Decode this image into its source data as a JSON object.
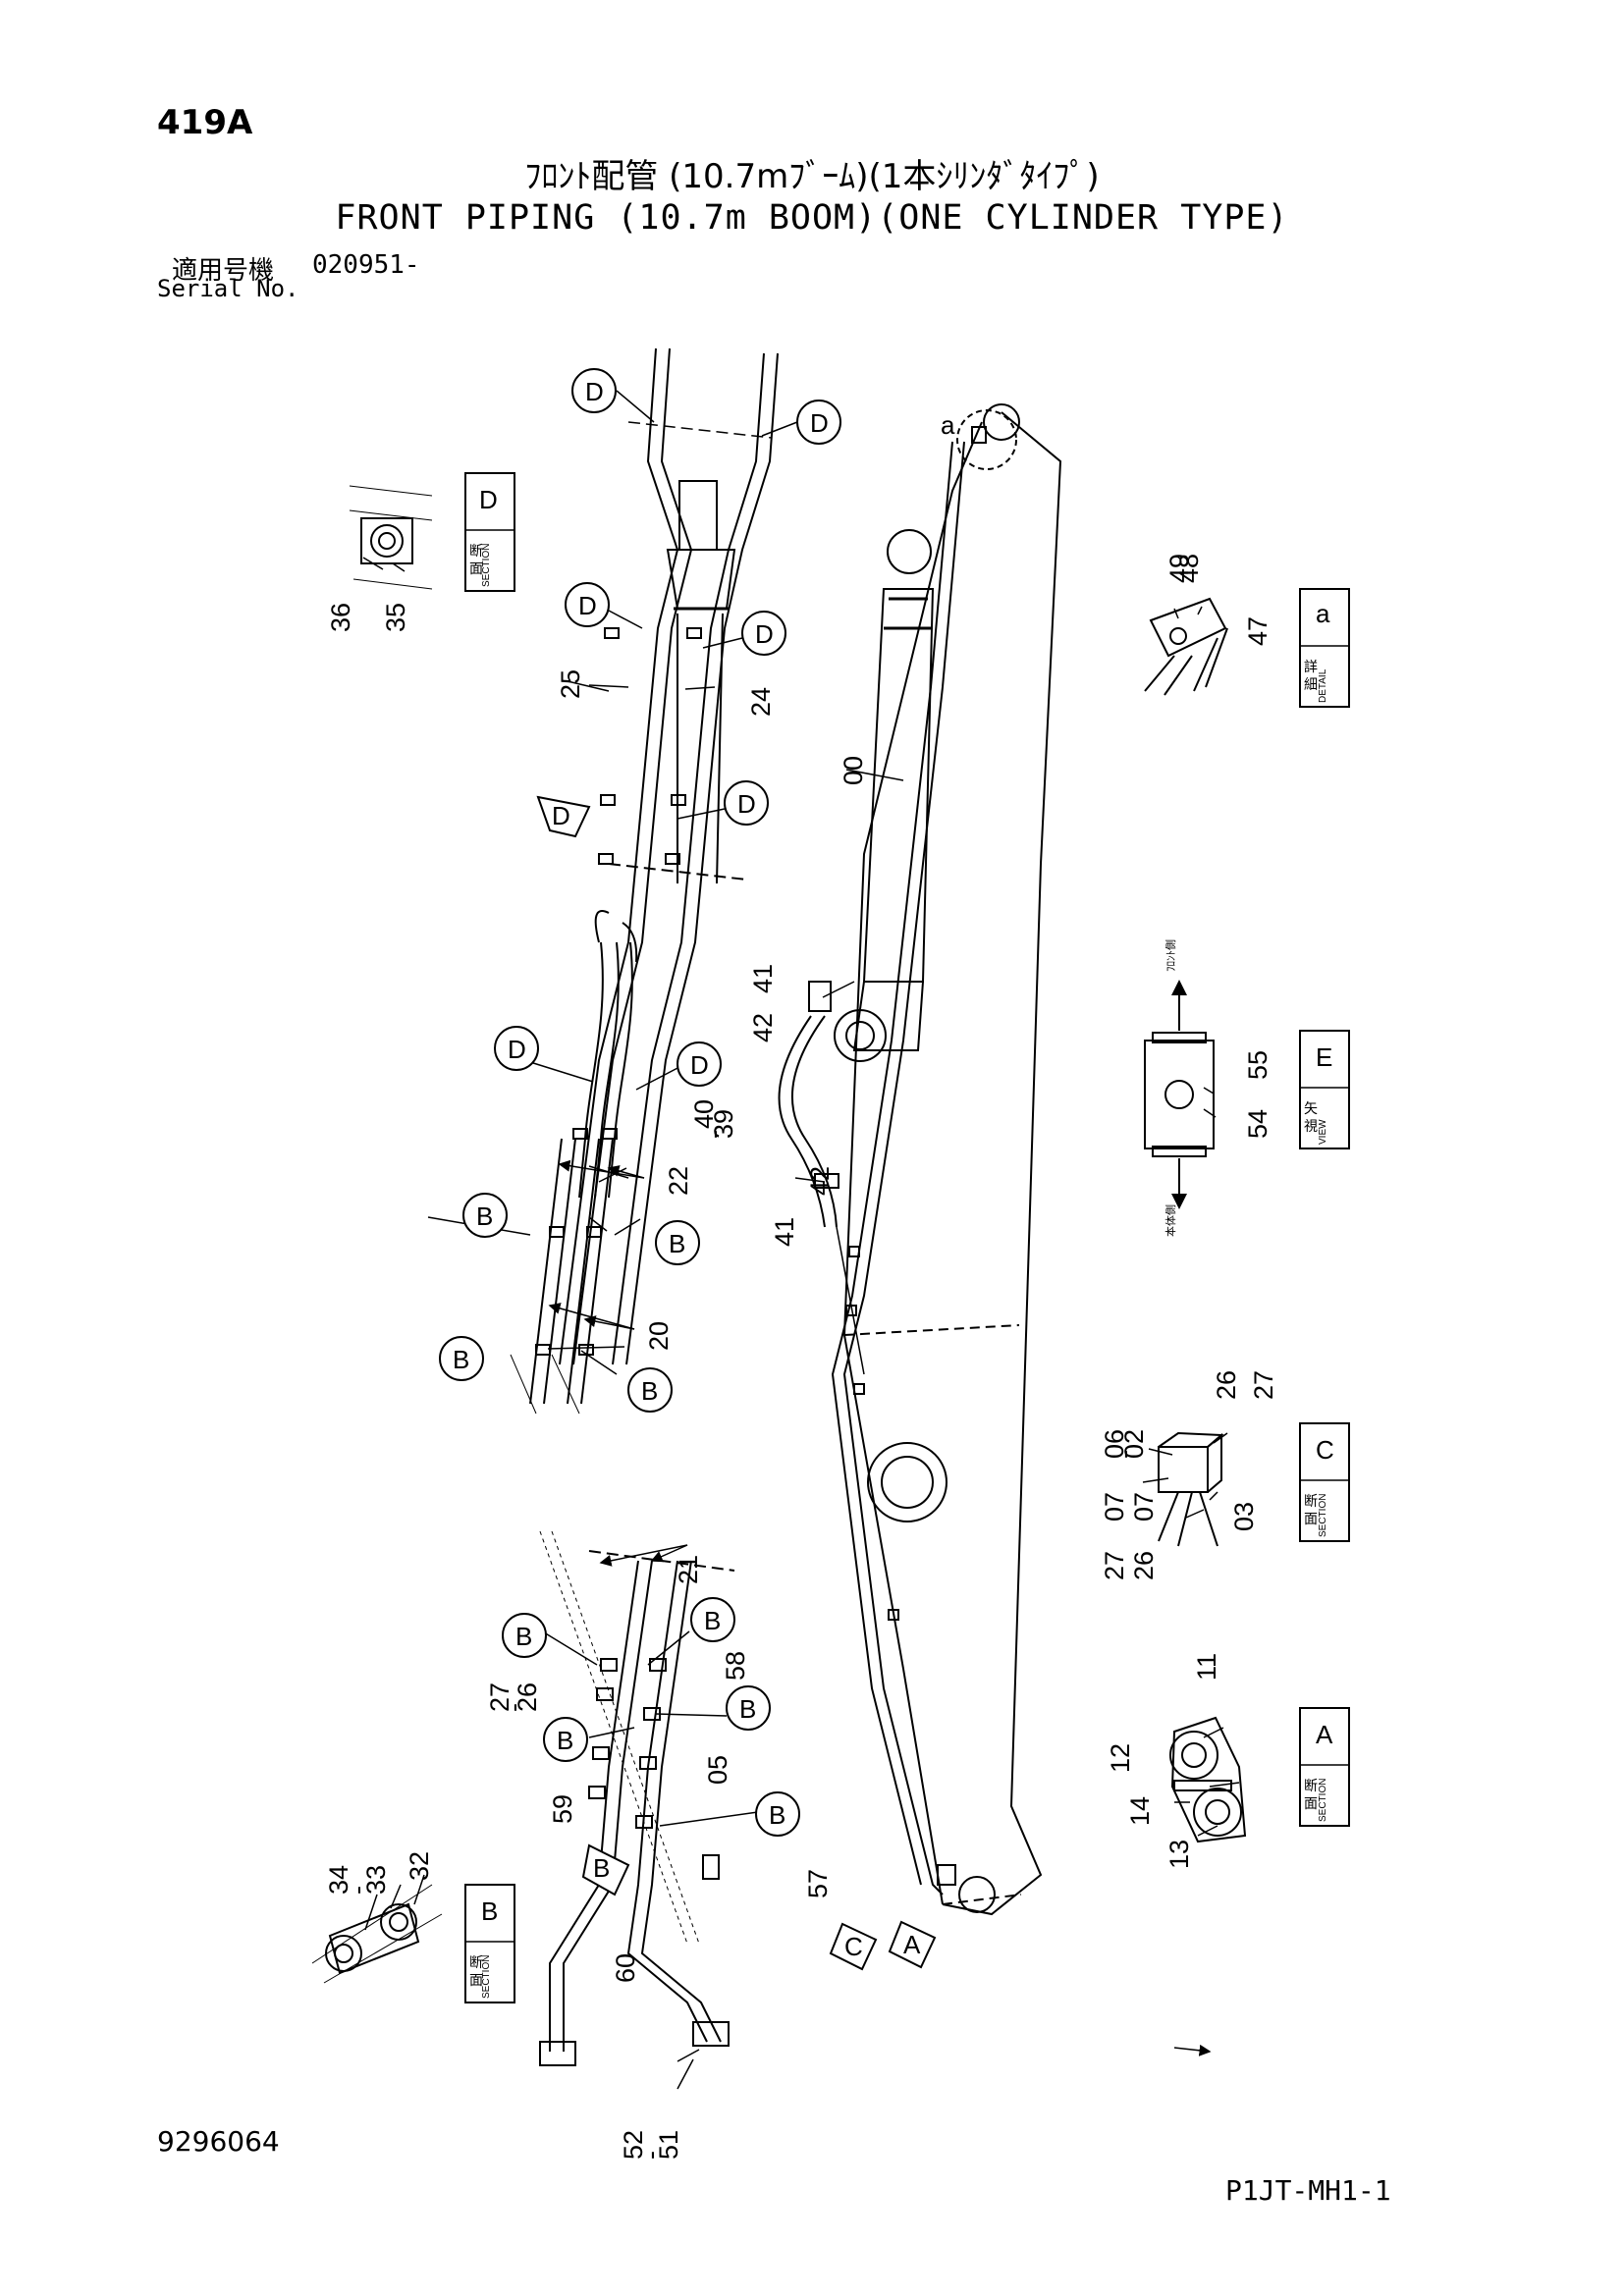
{
  "header": {
    "page_number": "419A",
    "title_jp": "ﾌﾛﾝﾄ配管 (10.7mﾌﾞｰﾑ)(1本ｼﾘﾝﾀﾞﾀｲﾌﾟ)",
    "title_en": "FRONT PIPING (10.7m BOOM)(ONE CYLINDER TYPE)",
    "serial_label_jp": "適用号機",
    "serial_number": "020951-",
    "serial_label_en": "Serial No."
  },
  "footer": {
    "document_number": "9296064",
    "sheet_id": "P1JT-MH1-1"
  },
  "section_boxes": {
    "D": {
      "jp1": "断",
      "jp2": "面",
      "en": "SECTION",
      "letter": "D"
    },
    "a": {
      "jp1": "詳",
      "jp2": "細",
      "en": "DETAIL",
      "letter": "a"
    },
    "E": {
      "jp1": "矢",
      "jp2": "視",
      "en": "VIEW",
      "letter": "E"
    },
    "C": {
      "jp1": "断",
      "jp2": "面",
      "en": "SECTION",
      "letter": "C"
    },
    "A": {
      "jp1": "断",
      "jp2": "面",
      "en": "SECTION",
      "letter": "A"
    },
    "B": {
      "jp1": "断",
      "jp2": "面",
      "en": "SECTION",
      "letter": "B"
    }
  },
  "view_e_notes": {
    "front_side": "ﾌﾛﾝﾄ側",
    "body_side": "本体側"
  },
  "callout_letters": {
    "d": "D",
    "b": "B",
    "a_small": "a",
    "a_view": "A",
    "c_view": "C"
  },
  "part_numbers": {
    "p00": "00",
    "p02": "02",
    "p03": "03",
    "p05": "05",
    "p06": "06",
    "p07": "07",
    "p11": "11",
    "p12": "12",
    "p13": "13",
    "p14": "14",
    "p20": "20",
    "p21": "21",
    "p22": "22",
    "p24": "24",
    "p25": "25",
    "p26": "26",
    "p27": "27",
    "p32": "32",
    "p33": "33",
    "p34": "34",
    "p35": "35",
    "p36": "36",
    "p39": "39",
    "p40": "40",
    "p41": "41",
    "p42": "42",
    "p47": "47",
    "p48": "48",
    "p49": "49",
    "p51": "51",
    "p52": "52",
    "p54": "54",
    "p55": "55",
    "p57": "57",
    "p58": "58",
    "p59": "59",
    "p60": "60",
    "dash": "-"
  }
}
